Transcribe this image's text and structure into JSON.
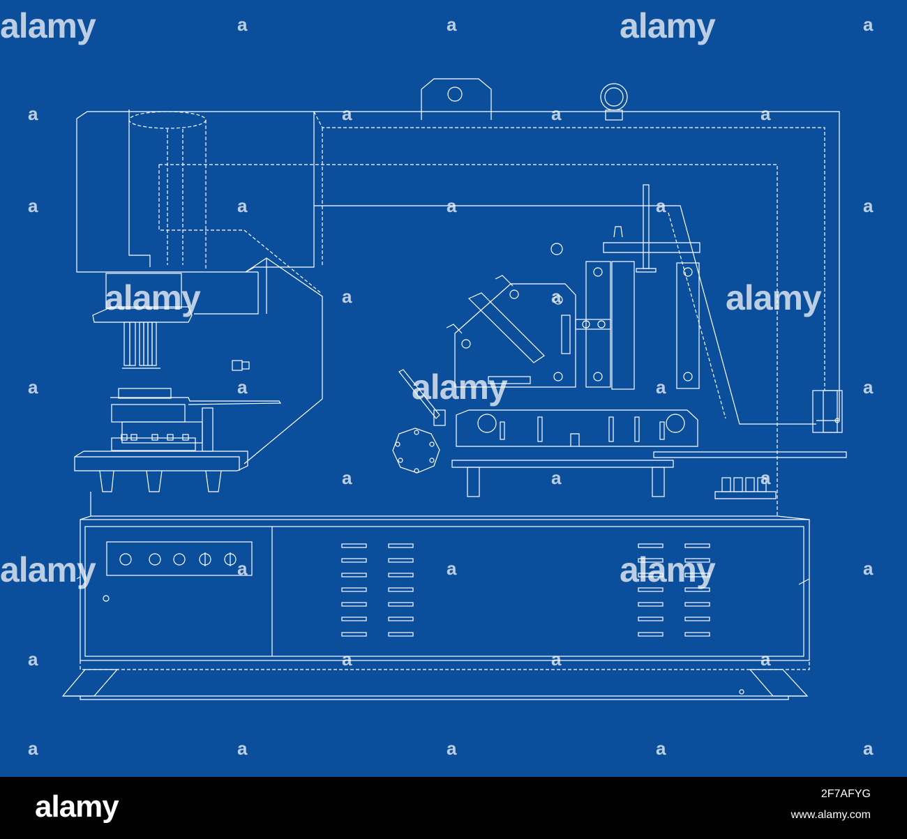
{
  "watermark": {
    "word": "alamy",
    "mark": "a"
  },
  "footer": {
    "logo": "alamy",
    "image_id": "2F7AFYG",
    "url": "www.alamy.com"
  },
  "colors": {
    "background": "#0b4f9c",
    "line": "#ffffff",
    "footer": "#000000"
  }
}
